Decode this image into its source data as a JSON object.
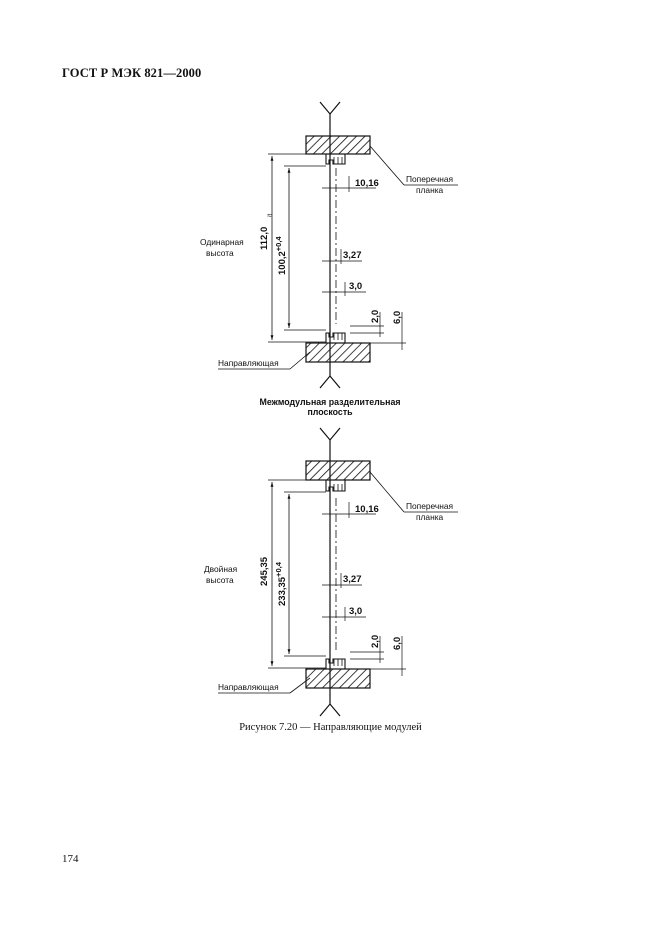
{
  "header": {
    "doc_code": "ГОСТ Р МЭК 821—2000"
  },
  "figure": {
    "caption": "Рисунок 7.20 — Направляющие модулей",
    "middle_label_line1": "Межмодульная разделительная",
    "middle_label_line2": "плоскость",
    "panels": [
      {
        "height_label_line1": "Одинарная",
        "height_label_line2": "высота",
        "callout_right_line1": "Поперечная",
        "callout_right_line2": "планка",
        "callout_left": "Направляющая",
        "dim_outer": "112,0",
        "dim_inner_base": "100,2",
        "dim_inner_tol": "+0,4",
        "dim_10_16": "10,16",
        "dim_3_27": "3,27",
        "dim_3_0": "3,0",
        "dim_2_0": "2,0",
        "dim_6_0": "6,0"
      },
      {
        "height_label_line1": "Двойная",
        "height_label_line2": "высота",
        "callout_right_line1": "Поперечная",
        "callout_right_line2": "планка",
        "callout_left": "Направляющая",
        "dim_outer": "245,35",
        "dim_inner_base": "233,35",
        "dim_inner_tol": "+0,4",
        "dim_10_16": "10,16",
        "dim_3_27": "3,27",
        "dim_3_0": "3,0",
        "dim_2_0": "2,0",
        "dim_6_0": "6,0"
      }
    ]
  },
  "page": {
    "number": "174"
  }
}
